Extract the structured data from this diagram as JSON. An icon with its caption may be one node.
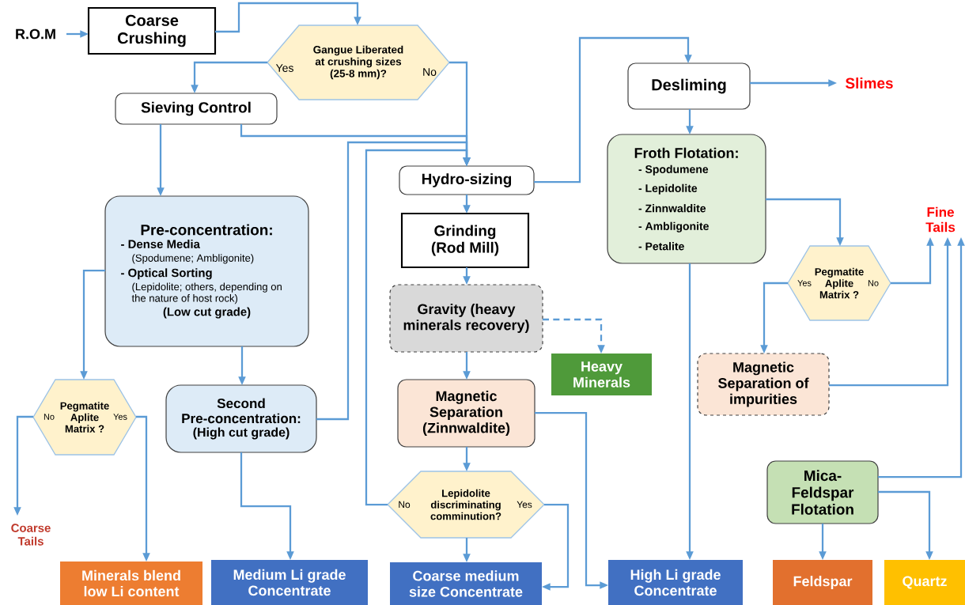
{
  "diagram": {
    "nodes": [
      {
        "text": [
          "R.O.M"
        ]
      },
      {
        "text": [
          "Coarse Crushing"
        ]
      },
      {
        "text": [
          "Gangue Liberated at crushing sizes (25-8 mm)?"
        ]
      },
      {
        "text": [
          "Sieving Control"
        ]
      },
      {
        "text": [
          "Hydro-sizing"
        ]
      },
      {
        "text": [
          "Grinding (Rod Mill)"
        ]
      },
      {
        "text": [
          "Desliming"
        ]
      },
      {
        "text": [
          "Slimes"
        ]
      },
      {
        "text": [
          "Froth Flotation:",
          "- Spodumene",
          "- Lepidolite",
          "- Zinnwaldite",
          "- Ambligonite",
          "- Petalite"
        ]
      },
      {
        "text": [
          "Pre-concentration:",
          "- Dense Media",
          "(Spodumene; Ambligonite)",
          "- Optical Sorting",
          "(Lepidolite; others, depending on the nature of host rock)",
          "(Low cut grade)"
        ]
      },
      {
        "text": [
          "Gravity (heavy minerals recovery)"
        ]
      },
      {
        "text": [
          "Heavy Minerals"
        ]
      },
      {
        "text": [
          "Fine Tails"
        ]
      },
      {
        "text": [
          "Pegmatite Aplite Matrix ?"
        ]
      },
      {
        "text": [
          "Pegmatite Aplite Matrix ?"
        ]
      },
      {
        "text": [
          "Second Pre-concentration:",
          "(High cut grade)"
        ]
      },
      {
        "text": [
          "Magnetic Separation (Zinnwaldite)"
        ]
      },
      {
        "text": [
          "Magnetic Separation of impurities"
        ]
      },
      {
        "text": [
          "Lepidolite discriminating comminution?"
        ]
      },
      {
        "text": [
          "Mica-Feldspar Flotation"
        ]
      },
      {
        "text": [
          "Coarse Tails"
        ]
      },
      {
        "text": [
          "Minerals blend low Li content"
        ]
      },
      {
        "text": [
          "Medium Li grade Concentrate"
        ]
      },
      {
        "text": [
          "Coarse medium size Concentrate"
        ]
      },
      {
        "text": [
          "High Li grade Concentrate"
        ]
      },
      {
        "text": [
          "Feldspar"
        ]
      },
      {
        "text": [
          "Quartz"
        ]
      }
    ],
    "edges": [
      {
        "from": 0,
        "to": 1,
        "arrow": "to"
      },
      {
        "from": 1,
        "to": 2,
        "arrow": "to"
      },
      {
        "from": 2,
        "to": 3,
        "arrow": "to",
        "label": "Yes"
      },
      {
        "from": 2,
        "to": 4,
        "arrow": "to",
        "label": "No"
      },
      {
        "from": 3,
        "to": 4,
        "arrow": "to"
      },
      {
        "from": 3,
        "to": 9,
        "arrow": "to"
      },
      {
        "from": 15,
        "to": 4,
        "arrow": "to"
      },
      {
        "from": 18,
        "to": 4,
        "arrow": "to",
        "label": "No"
      },
      {
        "from": 4,
        "to": 6,
        "arrow": "to"
      },
      {
        "from": 4,
        "to": 5,
        "arrow": "to"
      },
      {
        "from": 5,
        "to": 10,
        "arrow": "to"
      },
      {
        "from": 10,
        "to": 11,
        "arrow": "to",
        "style": "dashed"
      },
      {
        "from": 10,
        "to": 16,
        "arrow": "to"
      },
      {
        "from": 16,
        "to": 18,
        "arrow": "to"
      },
      {
        "from": 16,
        "to": 24,
        "arrow": "to"
      },
      {
        "from": 18,
        "to": 23,
        "arrow": "to"
      },
      {
        "from": 18,
        "to": 23,
        "arrow": "to",
        "label": "Yes"
      },
      {
        "from": 6,
        "to": 7,
        "arrow": "to"
      },
      {
        "from": 6,
        "to": 8,
        "arrow": "to"
      },
      {
        "from": 8,
        "to": 13,
        "arrow": "to"
      },
      {
        "from": 8,
        "to": 24,
        "arrow": "to"
      },
      {
        "from": 13,
        "to": 17,
        "arrow": "to",
        "label": "Yes"
      },
      {
        "from": 13,
        "to": 12,
        "arrow": "to",
        "label": "No"
      },
      {
        "from": 17,
        "to": 12,
        "arrow": "to"
      },
      {
        "from": 19,
        "to": 12,
        "arrow": "to"
      },
      {
        "from": 19,
        "to": 25,
        "arrow": "to"
      },
      {
        "from": 19,
        "to": 26,
        "arrow": "to"
      },
      {
        "from": 9,
        "to": 14,
        "arrow": "to"
      },
      {
        "from": 9,
        "to": 15,
        "arrow": "to"
      },
      {
        "from": 14,
        "to": 20,
        "arrow": "to",
        "label": "No"
      },
      {
        "from": 14,
        "to": 21,
        "arrow": "to",
        "label": "Yes"
      },
      {
        "from": 15,
        "to": 22,
        "arrow": "to"
      }
    ]
  }
}
